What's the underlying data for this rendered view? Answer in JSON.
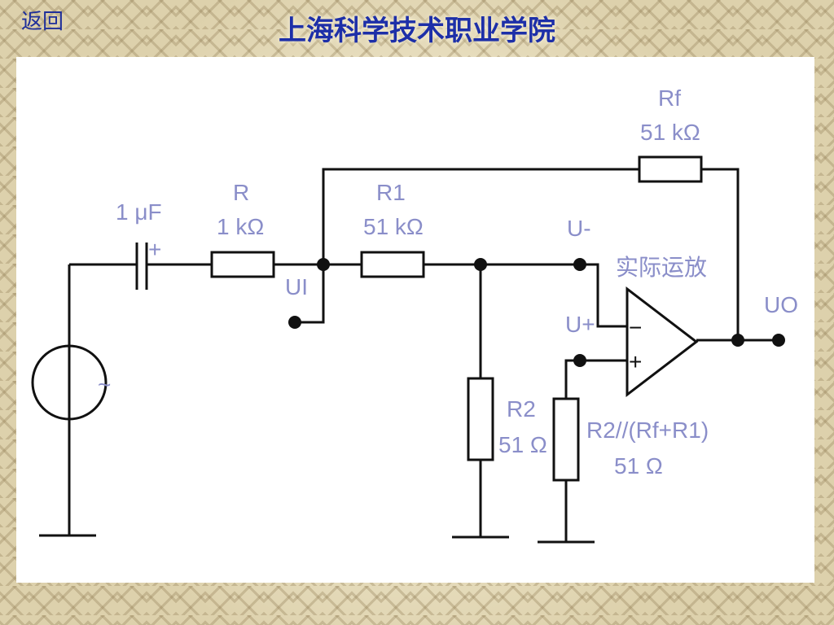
{
  "header": {
    "back_label": "返回",
    "title": "上海科学技术职业学院"
  },
  "diagram": {
    "capacitor": {
      "value": "1 μF",
      "polarity": "+"
    },
    "r": {
      "name": "R",
      "value": "1 kΩ"
    },
    "r1": {
      "name": "R1",
      "value": "51 kΩ"
    },
    "rf": {
      "name": "Rf",
      "value": "51 kΩ"
    },
    "r2": {
      "name": "R2",
      "value": "51 Ω"
    },
    "r_comp": {
      "name": "R2//(Rf+R1)",
      "value": "51 Ω"
    },
    "opamp": {
      "name": "实际运放",
      "minus": "−",
      "plus": "+"
    },
    "nodes": {
      "ui": "UI",
      "u_minus": "U-",
      "u_plus": "U+",
      "uo": "UO"
    },
    "source_symbol": "~"
  }
}
